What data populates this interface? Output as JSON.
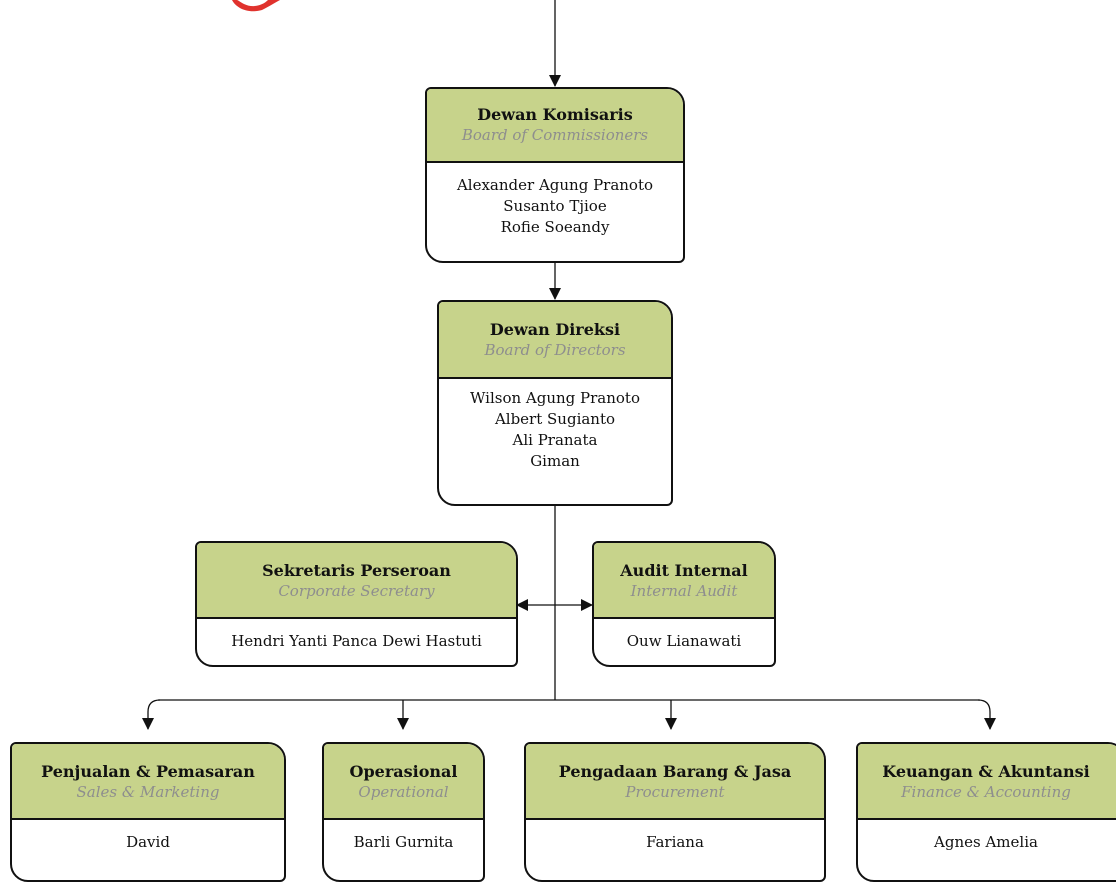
{
  "colors": {
    "header_fill": "#c7d38b",
    "border": "#111111",
    "subtitle_text": "#8e8e8e",
    "logo_red": "#e0322d"
  },
  "org": {
    "commissioners": {
      "title": "Dewan Komisaris",
      "subtitle": "Board of Commissioners",
      "members": [
        "Alexander Agung Pranoto",
        "Susanto Tjioe",
        "Rofie Soeandy"
      ]
    },
    "directors": {
      "title": "Dewan Direksi",
      "subtitle": "Board of Directors",
      "members": [
        "Wilson Agung Pranoto",
        "Albert Sugianto",
        "Ali Pranata",
        "Giman"
      ]
    },
    "secretary": {
      "title": "Sekretaris Perseroan",
      "subtitle": "Corporate Secretary",
      "members": [
        "Hendri Yanti Panca Dewi Hastuti"
      ]
    },
    "audit": {
      "title": "Audit Internal",
      "subtitle": "Internal Audit",
      "members": [
        "Ouw Lianawati"
      ]
    },
    "sales": {
      "title": "Penjualan & Pemasaran",
      "subtitle": "Sales & Marketing",
      "members": [
        "David"
      ]
    },
    "operational": {
      "title": "Operasional",
      "subtitle": "Operational",
      "members": [
        "Barli Gurnita"
      ]
    },
    "procurement": {
      "title": "Pengadaan Barang & Jasa",
      "subtitle": "Procurement",
      "members": [
        "Fariana"
      ]
    },
    "finance": {
      "title": "Keuangan & Akuntansi",
      "subtitle": "Finance & Accounting",
      "members": [
        "Agnes Amelia"
      ]
    }
  }
}
